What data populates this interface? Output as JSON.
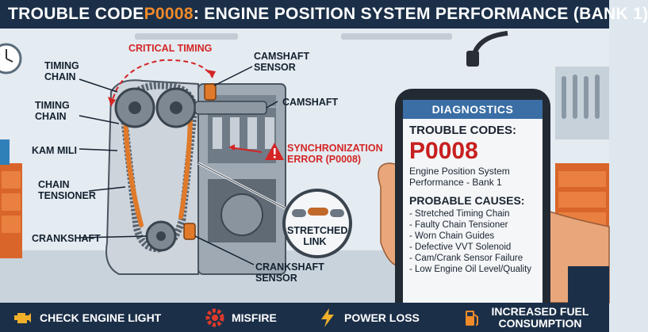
{
  "title": {
    "prefix": "TROUBLE CODE ",
    "code": "P0008",
    "suffix": ": ENGINE POSITION SYSTEM PERFORMANCE (BANK 1)"
  },
  "labels": {
    "timing_chain_1": "TIMING CHAIN",
    "timing_chain_2": "TIMING CHAIN",
    "kam_mili": "KAM MILI",
    "chain_tensioner": "CHAIN TENSIONER",
    "crankshaft": "CRANKSHAFT",
    "critical_timing": "CRITICAL TIMING",
    "camshaft_sensor": "CAMSHAFT SENSOR",
    "camshaft": "CAMSHAFT",
    "sync_error": "SYNCHRONIZATION ERROR (P0008)",
    "stretched_link": "STRETCHED LINK",
    "crankshaft_sensor": "CRANKSHAFT SENSOR"
  },
  "phone": {
    "header": "DIAGNOSTICS",
    "trouble_codes_label": "TROUBLE CODES:",
    "code": "P0008",
    "description": "Engine Position System Performance - Bank 1",
    "causes_label": "PROBABLE CAUSES:",
    "causes": [
      "Stretched Timing Chain",
      "Faulty Chain Tensioner",
      "Worn Chain Guides",
      "Defective VVT Solenoid",
      "Cam/Crank Sensor Failure",
      "Low Engine Oil Level/Quality"
    ]
  },
  "symptoms": [
    {
      "label": "CHECK ENGINE LIGHT",
      "icon": "engine-icon"
    },
    {
      "label": "MISFIRE",
      "icon": "gear-icon"
    },
    {
      "label": "POWER LOSS",
      "icon": "lightning-icon"
    },
    {
      "label": "INCREASED FUEL CONSUMPTION",
      "icon": "fuel-pump-icon"
    }
  ],
  "colors": {
    "header_bg": "#1b2f48",
    "accent_orange": "#f08a2a",
    "error_red": "#d42525",
    "screen_header": "#3a6ea5"
  }
}
